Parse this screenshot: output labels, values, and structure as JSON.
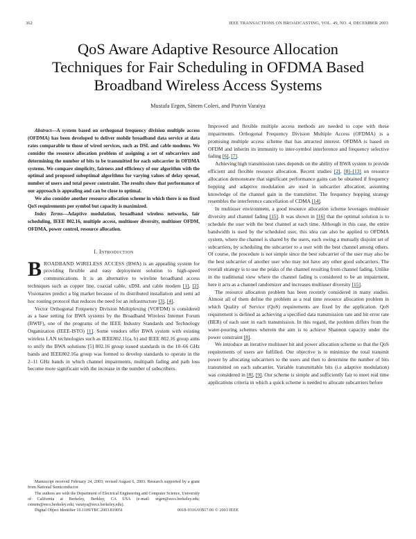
{
  "header": {
    "page_number": "362",
    "journal": "IEEE TRANSACTIONS ON BROADCASTING, VOL. 49, NO. 4, DECEMBER 2003"
  },
  "title_lines": [
    "QoS Aware Adaptive Resource Allocation",
    "Techniques for Fair Scheduling in OFDMA Based",
    "Broadband Wireless Access Systems"
  ],
  "authors": "Mustafa Ergen, Sinem Coleri, and Pravin Varaiya",
  "abstract": {
    "label": "Abstract",
    "dash": "—",
    "p1": "A system based on orthogonal frequency division multiple access (OFDMA) has been developed to deliver mobile broadband data service at data rates comparable to those of wired services, such as DSL and cable modems. We consider the resource allocation problem of assigning a set of subcarriers and determining the number of bits to be transmitted for each subcarrier in OFDMA systems. We compare simplicity, fairness and efficiency of our algorithm with the optimal and proposed suboptimal algorithms for varying values of delay spread, number of users and total power constraint. The results show that performance of our approach is appealing and can be close to optimal.",
    "p2": "We also consider another resource allocation scheme in which there is no fixed QoS requirements per symbol but capacity is maximized."
  },
  "index_terms": {
    "label": "Index Terms",
    "dash": "—",
    "text": "Adaptive modulation, broadband wireless networks, fair scheduling, IEEE 802.16, multiple access, multiuser diversity, multiuser OFDM, OFDMA, power control, resource allocation."
  },
  "section": {
    "number": "I.",
    "title": "Introduction"
  },
  "intro": {
    "dropcap": "B",
    "caps": "ROADBAND WIRELESS ACCESS",
    "p1_a": " (BWA) is an appealing system for providing flexible and easy deployment solution to high-speed communications. It is an alternative to wireline broadband access techniques such as copper line, coaxial cable, xDSL and cable modem ",
    "ref1": "[1]",
    "sep1": ", ",
    "ref2": "[2]",
    "p1_b": ". Visionaries predict a big market because of its distributed installation and semi ad hoc routing protocol that reduces the need for an infrastructure ",
    "ref3": "[3]",
    "sep2": ", ",
    "ref4": "[4]",
    "p1_c": ".",
    "p2_a": "Vector Orthogonal Frequency Division Multiplexing (VOFDM) is considered as a base setting for BWA systems by the Broadband Wireless Internet Forum (BWIF), one of the programs of the IEEE Industry Standards and Technology Organization (IEEE-ISTO) ",
    "p2_ref": "[1]",
    "p2_b": ". Some vendors offer BWA system with existing wireless LAN technologies such as IEEE802.11(a, b) and IEEE 802.16 group aims to unify the BWA solutions [5] 802.16 group issued standards in the 10–66 GHz bands and IEEE802.16a group was formed to develop standards to operate in the 2–11 GHz bands in which channel impairments, multipath fading and path loss become more significant with the increase in the number of subscribers."
  },
  "right_column": {
    "p1_a": "Improved and flexible multiple access methods are needed to cope with these impairments. Orthogonal Frequency Division Multiple Access (OFDMA) is a promising multiple access scheme that has attracted interest. OFDMA is based on OFDM and inherits its immunity to inter-symbol interference and frequency selective fading ",
    "p1_ref1": "[6]",
    "p1_sep": ", ",
    "p1_ref2": "[7]",
    "p1_end": ".",
    "p2_a": "Achieving high transmission rates depends on the ability of BWA system to provide efficient and flexible resource allocation. Recent studies ",
    "p2_ref1": "[2]",
    "p2_sep": ", ",
    "p2_ref2": "[8]–[13]",
    "p2_b": " on resource allocation demonstrate that significant performance gains can be obtained if frequency hopping and adaptive modulation are used in subcarrier allocation, assuming knowledge of the channel gain in the transmitter. The frequency hopping strategy resembles the interference cancellation of CDMA ",
    "p2_ref3": "[14]",
    "p2_end": ".",
    "p3_a": "In multiuser environment, a good resource allocation scheme leverages multiuser diversity and channel fading ",
    "p3_ref1": "[15]",
    "p3_b": ". It was shown in ",
    "p3_ref2": "[16]",
    "p3_c": " that the optimal solution is to schedule the user with the best channel at each time. Although in this case, the entire bandwidth is used by the scheduled user, this idea can also be applied to OFDMA system, where the channel is shared by the users, each owing a mutually disjoint set of subcarriers, by scheduling the subcarrier to a user with the best channel among others. Of course, the procedure is not simple since the best subcarrier of the user may also be the best subcarrier of another user who may not have any other good subcarriers. The overall strategy is to use the peaks of the channel resulting from channel fading. Unlike in the traditional view where the channel fading is considered to be an impairment, here it acts as a channel randomizer and increases multiuser diversity ",
    "p3_ref3": "[15]",
    "p3_end": ".",
    "p4_a": "The resource allocation problem has been recently considered in many studies. Almost all of them define the problem as a real time resource allocation problem in which Quality of Service (QoS) requirements are fixed by the application. QoS requirement is defined as achieving a specified data transmission rate and bit error rate (BER) of each user in each transmission. In this regard, the problem differs from the water-pouring schemes wherein the aim is to achieve Shannon capacity under the power constraint ",
    "p4_ref": "[8]",
    "p4_end": ".",
    "p5_a": "We introduce an iterative multiuser bit and power allocation scheme so that the QoS requirements of users are fulfilled. Our objective is to minimize the total transmit power by allocating subcarriers to the users and then to determine the number of bits transmitted on each subcarrier. Variable transmittable bits (i.e adaptive modulation) was considered in ",
    "p5_ref1": "[8]",
    "p5_sep": ", ",
    "p5_ref2": "[9]",
    "p5_b": ". Our scheme is simple and sufficiently fair to meet real time applications criteria in which a quick scheme is needed to allocate subcarriers before"
  },
  "footnotes": {
    "manuscript": "Manuscript received February 24, 2003; revised August 6, 2003. Research supported by a grant from National Semiconductor.",
    "affiliation": "The authors are with the Department of Electrical Engineering and Computer Science, University of California at Berkeley, Berkley, CA USA (e-mail: ergen@eecs.berkeley.edu; csinem@eecs.berkeley.edu; varaiya@eecs.berkeley.edu).",
    "doi": "Digital Object Identifier 10.1109/TBC.2003.819051"
  },
  "copyright": "0018-9316/03$17.00 © 2003 IEEE",
  "colors": {
    "text": "#1a1a1a",
    "reference_underline": "#4a8fd8",
    "background": "#ffffff"
  }
}
